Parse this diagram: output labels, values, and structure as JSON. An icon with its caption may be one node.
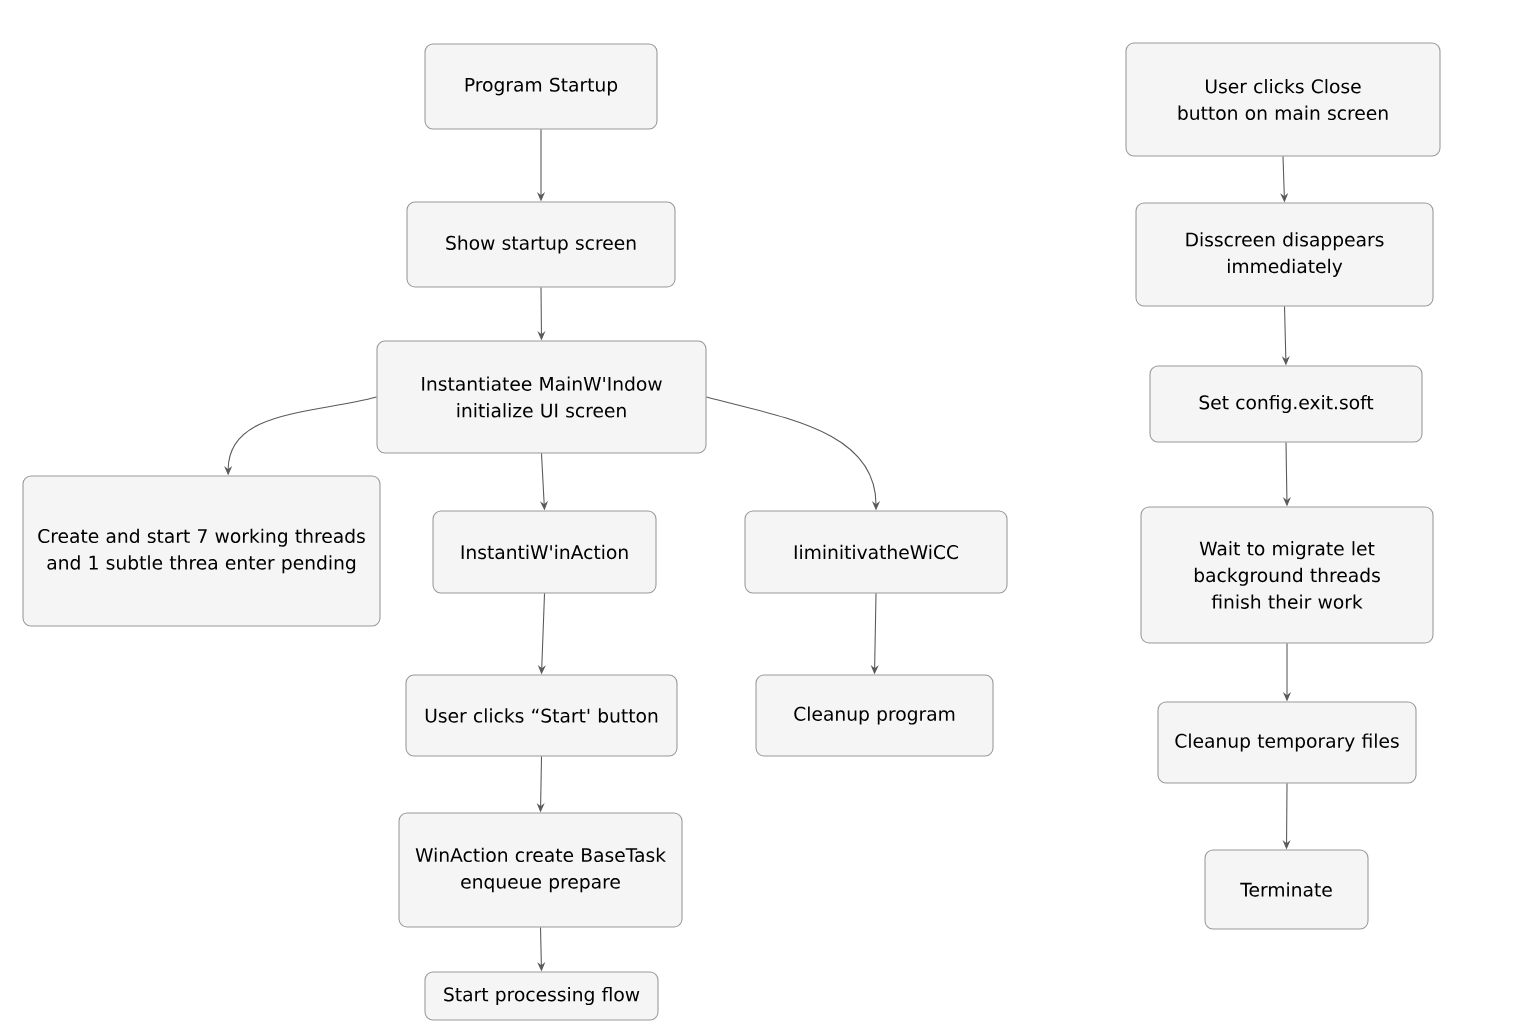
{
  "diagram": {
    "nodes": [
      {
        "text": [
          "Program Startup"
        ]
      },
      {
        "text": [
          "Show startup screen"
        ]
      },
      {
        "text": [
          "Instantiatee MainW'Indow initialize UI screen"
        ]
      },
      {
        "text": [
          "Create and start 7 working threads and 1 subtle threa enter pending"
        ]
      },
      {
        "text": [
          "InstantiW'inAction"
        ]
      },
      {
        "text": [
          "IiminitivatheWiCC"
        ]
      },
      {
        "text": [
          "User clicks “Start' button"
        ]
      },
      {
        "text": [
          "Cleanup program"
        ]
      },
      {
        "text": [
          "WinAction create BaseTask enqueue prepare"
        ]
      },
      {
        "text": [
          "Start processing flow"
        ]
      },
      {
        "text": [
          "User clicks Close button on main screen"
        ]
      },
      {
        "text": [
          "Disscreen disappears immediately"
        ]
      },
      {
        "text": [
          "Set config.exit.soft"
        ]
      },
      {
        "text": [
          "Wait to migrate let background threads finish their work"
        ]
      },
      {
        "text": [
          "Cleanup temporary files"
        ]
      },
      {
        "text": [
          "Terminate"
        ]
      }
    ],
    "edges": [
      {
        "from": 0,
        "to": 1,
        "arrow": "to"
      },
      {
        "from": 1,
        "to": 2,
        "arrow": "to"
      },
      {
        "from": 2,
        "to": 3,
        "arrow": "to"
      },
      {
        "from": 2,
        "to": 4,
        "arrow": "to"
      },
      {
        "from": 2,
        "to": 5,
        "arrow": "to"
      },
      {
        "from": 4,
        "to": 6,
        "arrow": "to"
      },
      {
        "from": 6,
        "to": 8,
        "arrow": "to"
      },
      {
        "from": 8,
        "to": 9,
        "arrow": "to"
      },
      {
        "from": 5,
        "to": 7,
        "arrow": "to"
      },
      {
        "from": 10,
        "to": 11,
        "arrow": "to"
      },
      {
        "from": 11,
        "to": 12,
        "arrow": "to"
      },
      {
        "from": 12,
        "to": 13,
        "arrow": "to"
      },
      {
        "from": 13,
        "to": 14,
        "arrow": "to"
      },
      {
        "from": 14,
        "to": 15,
        "arrow": "to"
      }
    ]
  }
}
